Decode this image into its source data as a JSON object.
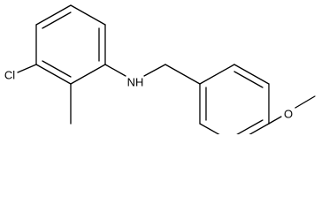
{
  "molecule": {
    "atoms": {
      "chlorine": "Cl",
      "amine": "NH",
      "oxygen": "O"
    }
  }
}
